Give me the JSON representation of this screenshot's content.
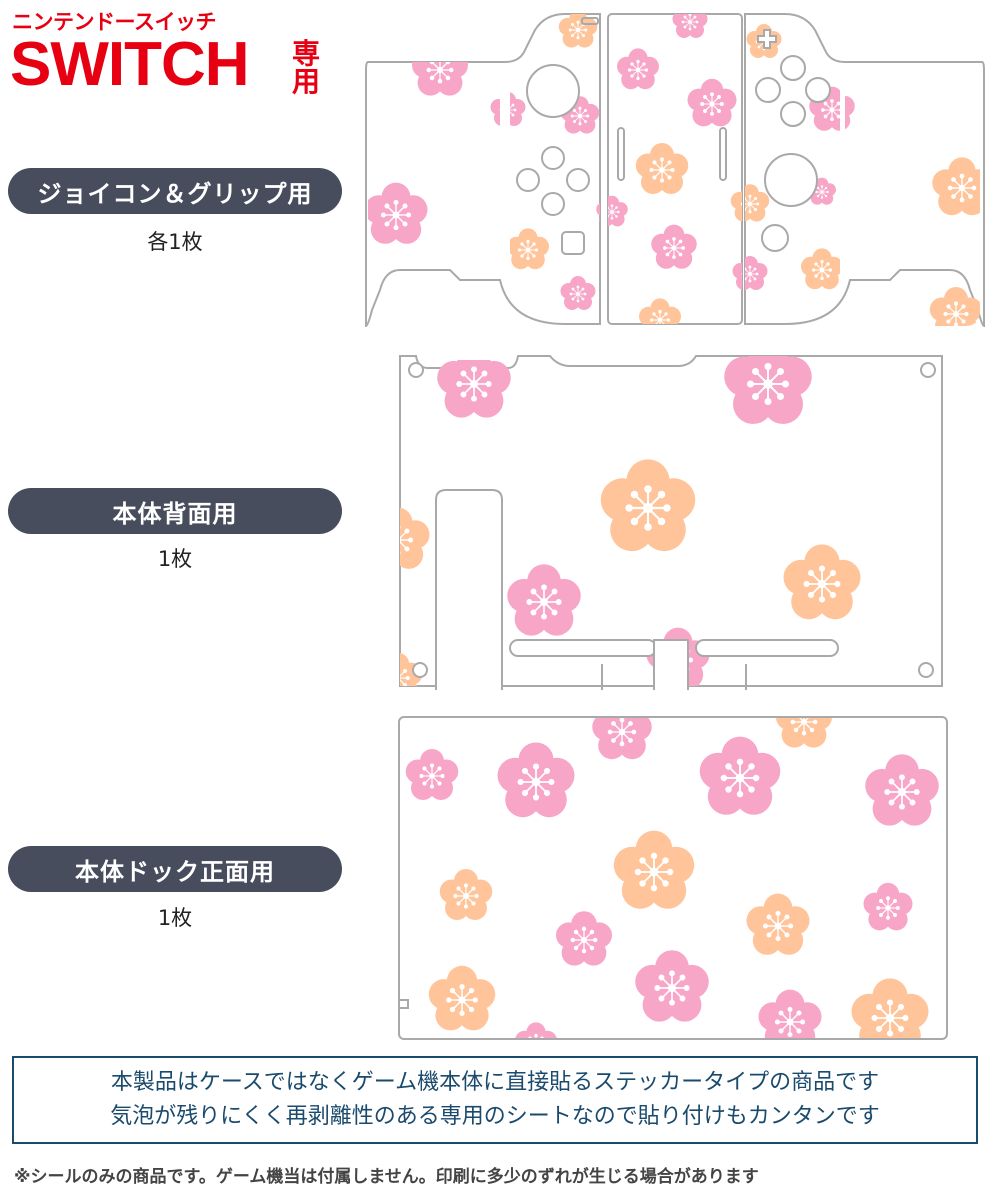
{
  "brand": {
    "subtitle": "ニンテンドースイッチ",
    "title": "SWITCH",
    "exclusive": "専用"
  },
  "sections": [
    {
      "label": "ジョイコン＆グリップ用",
      "count": "各1枚"
    },
    {
      "label": "本体背面用",
      "count": "1枚"
    },
    {
      "label": "本体ドック正面用",
      "count": "1枚"
    }
  ],
  "notice": {
    "line1": "本製品はケースではなくゲーム機本体に直接貼るステッカータイプの商品です",
    "line2": "気泡が残りにくく再剥離性のある専用のシートなので貼り付けもカンタンです"
  },
  "footnote": "※シールのみの商品です。ゲーム機当は付属しません。印刷に多少のずれが生じる場合があります",
  "colors": {
    "brand": "#e60012",
    "pill": "#474d5d",
    "notice": "#1a4a6c",
    "pink": "#f8a6c8",
    "peach": "#ffc49a"
  }
}
